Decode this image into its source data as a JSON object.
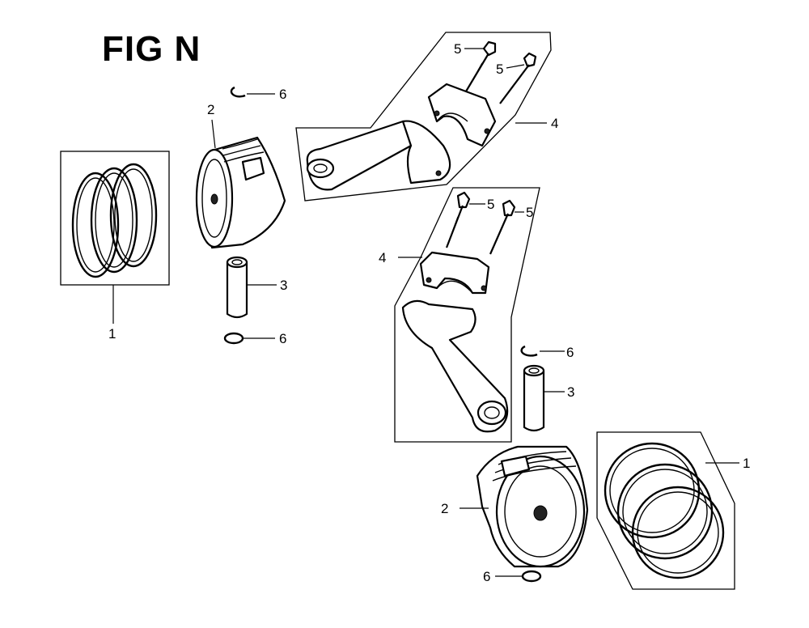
{
  "figure": {
    "title": "FIG N"
  },
  "callouts": {
    "ring_set_left": "1",
    "ring_set_right": "1",
    "piston_upper": "2",
    "piston_lower": "2",
    "pin_upper": "3",
    "pin_lower": "3",
    "rod_upper": "4",
    "rod_lower": "4",
    "bolt_upper_a": "5",
    "bolt_upper_b": "5",
    "bolt_lower_a": "5",
    "bolt_lower_b": "5",
    "clip_upper_top": "6",
    "clip_upper_bottom": "6",
    "clip_lower_top": "6",
    "clip_lower_bottom": "6"
  }
}
